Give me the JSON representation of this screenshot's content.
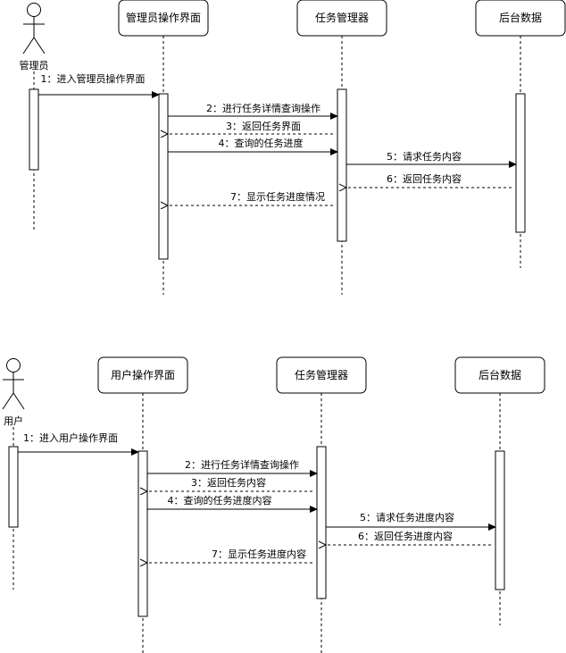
{
  "diagram1": {
    "actor": "管理员",
    "participants": [
      "管理员操作界面",
      "任务管理器",
      "后台数据"
    ],
    "messages": [
      "1：进入管理员操作界面",
      "2：进行任务详情查询操作",
      "3：返回任务界面",
      "4：查询的任务进度",
      "5：请求任务内容",
      "6：返回任务内容",
      "7：显示任务进度情况"
    ]
  },
  "diagram2": {
    "actor": "用户",
    "participants": [
      "用户操作界面",
      "任务管理器",
      "后台数据"
    ],
    "messages": [
      "1：进入用户操作界面",
      "2：进行任务详情查询操作",
      "3：返回任务内容",
      "4：查询的任务进度内容",
      "5：请求任务进度内容",
      "6：返回任务进度内容",
      "7：显示任务进度内容"
    ]
  }
}
